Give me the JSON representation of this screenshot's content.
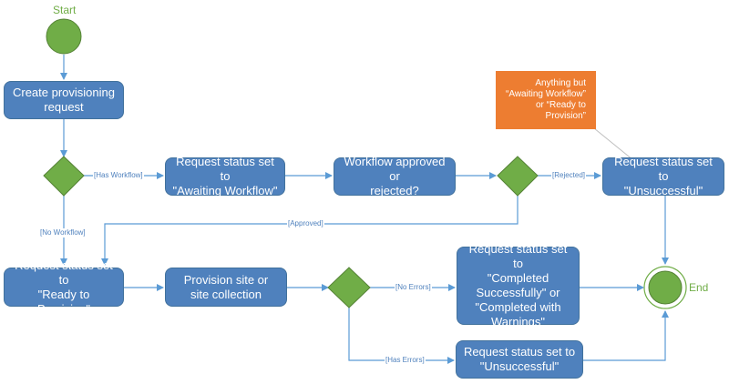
{
  "start_label": "Start",
  "end_label": "End",
  "nodes": {
    "create": "Create provisioning\nrequest",
    "awaiting": "Request status set to\n\"Awaiting Workflow\"",
    "workflow": "Workflow approved or\nrejected?",
    "unsuccessful_top": "Request status set to\n\"Unsuccessful\"",
    "ready": "Request status set to\n\"Ready to Provision\"",
    "provision": "Provision site or\nsite collection",
    "completed": "Request status set to\n\"Completed\nSuccessfully\" or\n\"Completed with\nWarnings\"",
    "unsuccessful_bottom": "Request status set to\n\"Unsuccessful\""
  },
  "note": "Anything but\n“Awaiting Workflow”\nor “Ready to\nProvision”",
  "edge_labels": {
    "has_workflow": "[Has Workflow]",
    "no_workflow": "[No Workflow]",
    "rejected": "[Rejected]",
    "approved": "[Approved]",
    "no_errors": "[No Errors]",
    "has_errors": "[Has Errors]"
  },
  "colors": {
    "activity": "#4f81bd",
    "decision": "#70ad47",
    "note": "#ed7d31",
    "connector": "#5b9bd5"
  }
}
